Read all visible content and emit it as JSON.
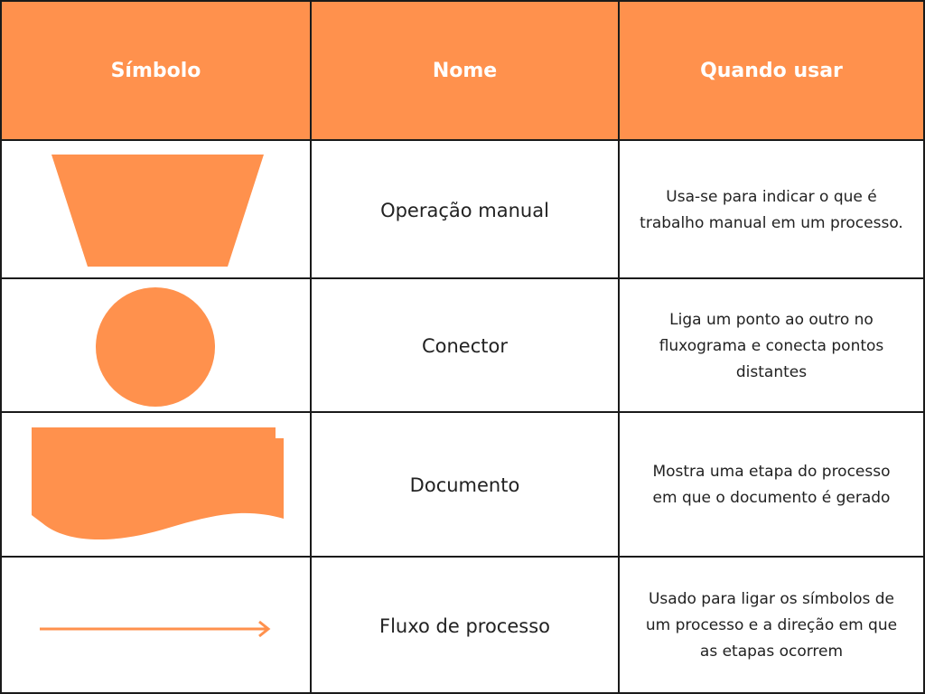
{
  "header": {
    "col_symbol": "Símbolo",
    "col_name": "Nome",
    "col_when": "Quando usar"
  },
  "rows": [
    {
      "icon": "manual-operation-trapezoid",
      "name": "Operação manual",
      "when_lines": [
        "Usa-se para indicar o que é",
        "trabalho manual em um processo."
      ]
    },
    {
      "icon": "connector-circle",
      "name": "Conector",
      "when_lines": [
        "Liga um ponto ao outro no",
        "fluxograma e conecta pontos",
        "distantes"
      ]
    },
    {
      "icon": "document-shape",
      "name": "Documento",
      "when_lines": [
        "Mostra uma etapa do processo",
        "em que o documento é gerado"
      ]
    },
    {
      "icon": "process-flow-arrow",
      "name": "Fluxo de processo",
      "when_lines": [
        "Usado para ligar os símbolos de",
        "um processo e a direção em que",
        "as etapas ocorrem"
      ]
    }
  ],
  "colors": {
    "accent": "#ff914d",
    "border": "#1a1a1a",
    "text": "#222222",
    "header_text": "#ffffff"
  }
}
